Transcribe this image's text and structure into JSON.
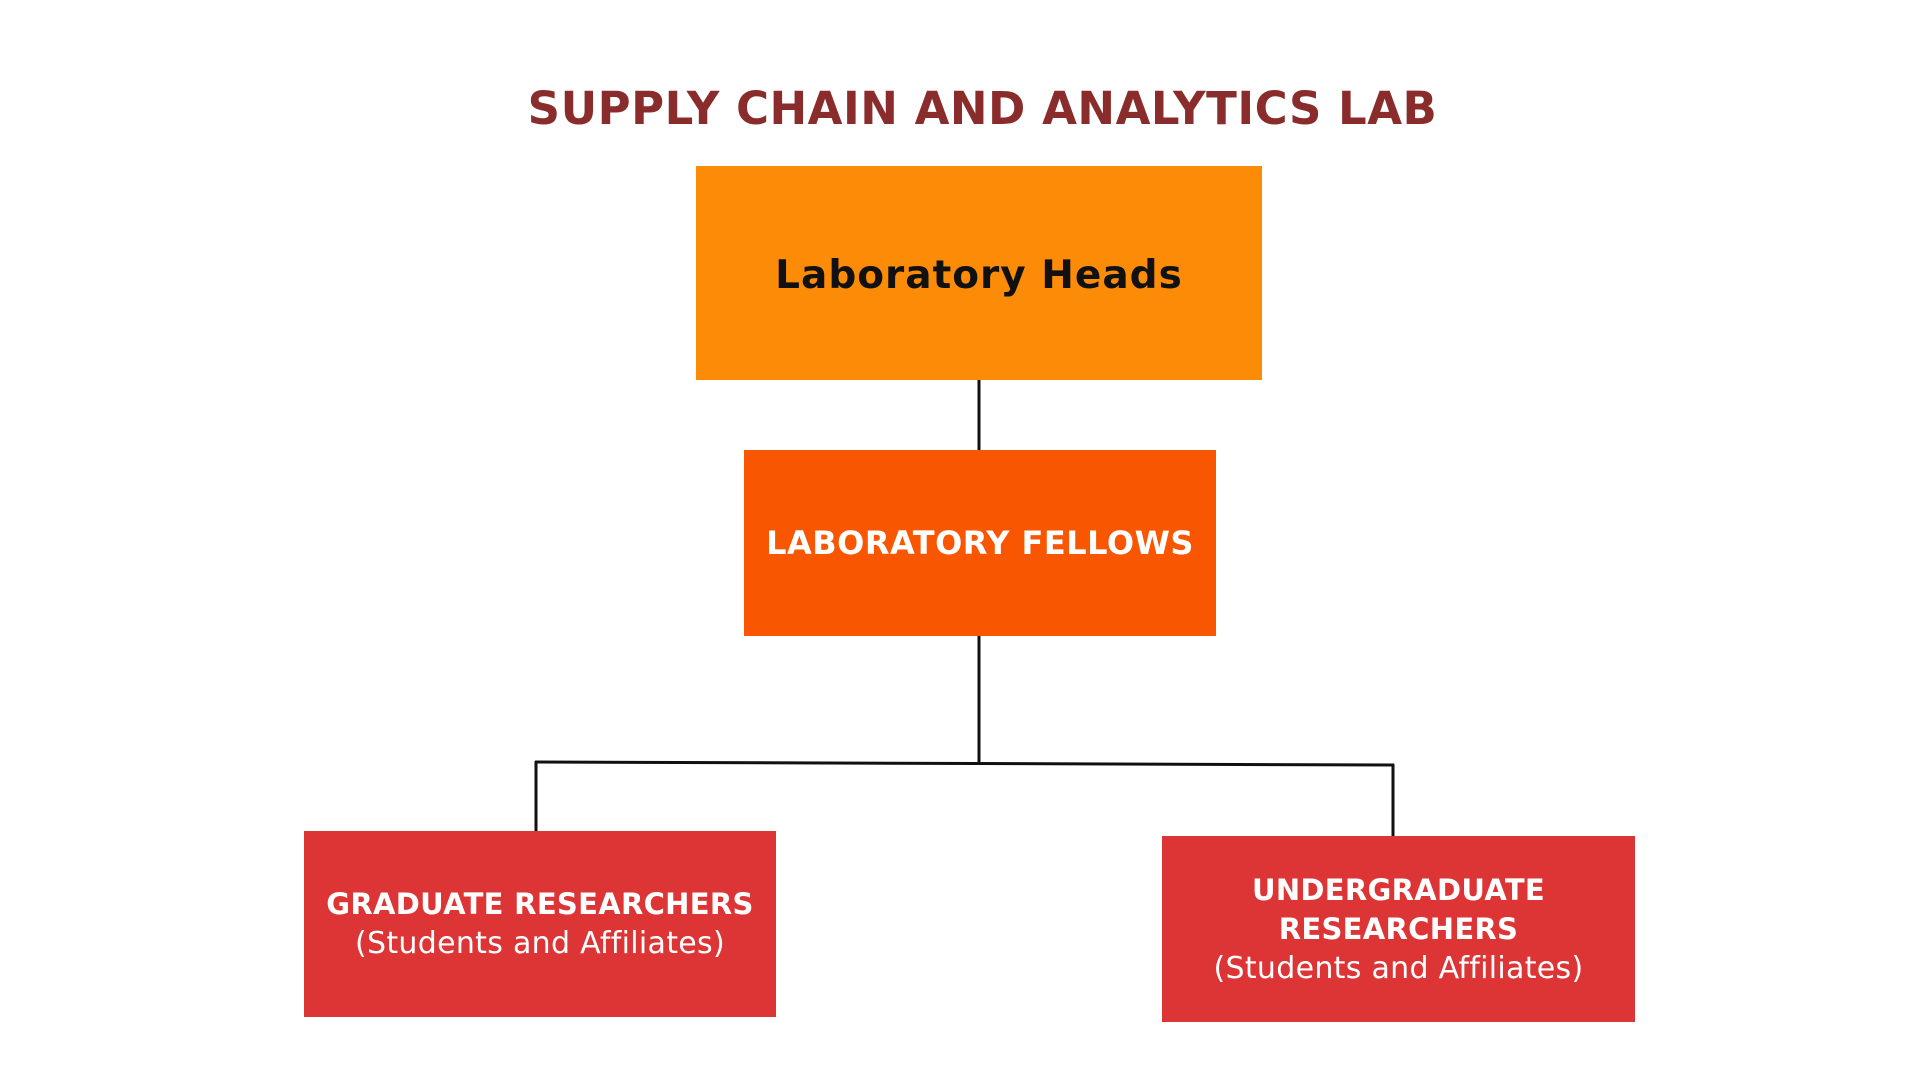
{
  "title": "SUPPLY CHAIN AND ANALYTICS LAB",
  "nodes": {
    "heads": {
      "label": "Laboratory Heads",
      "color": "#fc8b08"
    },
    "fellows": {
      "label": "LABORATORY FELLOWS",
      "color": "#f85601"
    },
    "graduate": {
      "label": "GRADUATE RESEARCHERS",
      "subtitle": "(Students and Affiliates)",
      "color": "#dd3535"
    },
    "undergraduate": {
      "label": "UNDERGRADUATE RESEARCHERS",
      "subtitle": "(Students and Affiliates)",
      "color": "#dd3535"
    }
  },
  "edges": [
    {
      "from": "heads",
      "to": "fellows"
    },
    {
      "from": "fellows",
      "to": "graduate"
    },
    {
      "from": "fellows",
      "to": "undergraduate"
    }
  ],
  "colors": {
    "title": "#8b2c2c",
    "connector": "#111111",
    "background": "#ffffff"
  }
}
